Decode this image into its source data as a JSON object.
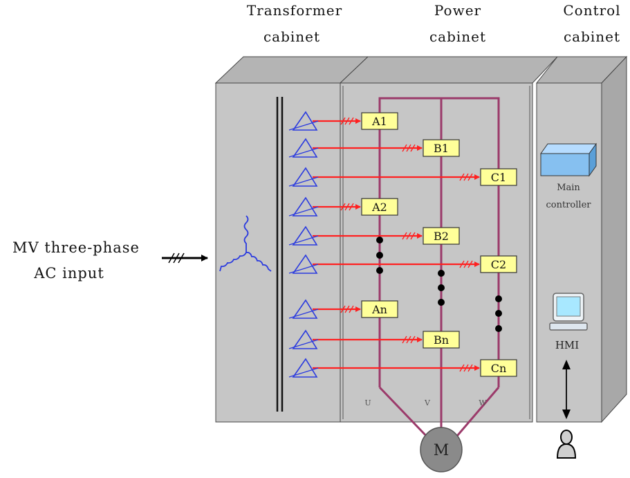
{
  "labels": {
    "transformer_cabinet": [
      "Transformer",
      "cabinet"
    ],
    "power_cabinet": [
      "Power",
      "cabinet"
    ],
    "control_cabinet": [
      "Control",
      "cabinet"
    ],
    "input": [
      "MV three-phase",
      "AC input"
    ],
    "main_controller": [
      "Main",
      "controller"
    ],
    "hmi": "HMI",
    "motor": "M",
    "phases": [
      "U",
      "V",
      "W"
    ]
  },
  "cells": [
    {
      "label": "A1",
      "phase": "U"
    },
    {
      "label": "B1",
      "phase": "V"
    },
    {
      "label": "C1",
      "phase": "W"
    },
    {
      "label": "A2",
      "phase": "U"
    },
    {
      "label": "B2",
      "phase": "V"
    },
    {
      "label": "C2",
      "phase": "W"
    },
    {
      "label": "An",
      "phase": "U"
    },
    {
      "label": "Bn",
      "phase": "V"
    },
    {
      "label": "Cn",
      "phase": "W"
    }
  ],
  "colors": {
    "cabinet_front": "#c6c6c6",
    "cabinet_top": "#b4b4b4",
    "cabinet_side": "#a8a8a8",
    "feed_line": "#ff2020",
    "bus_line": "#9b3a6a",
    "winding": "#2a3adf",
    "cell_fill": "#ffff99",
    "motor_fill": "#8a8a8a",
    "controller_fill": "#86c0f0"
  }
}
